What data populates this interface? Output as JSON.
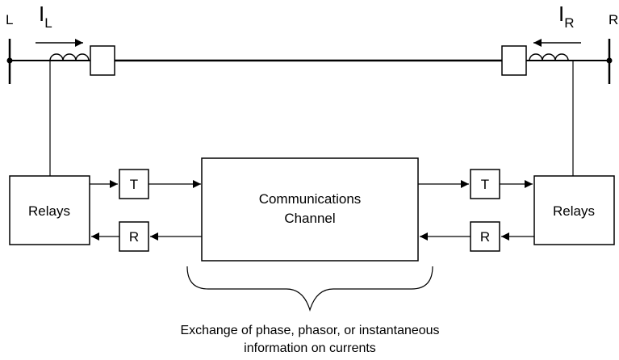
{
  "bus": {
    "left_label": "L",
    "right_label": "R"
  },
  "currents": {
    "left": {
      "main": "I",
      "sub": "L"
    },
    "right": {
      "main": "I",
      "sub": "R"
    }
  },
  "relays": {
    "left_label": "Relays",
    "right_label": "Relays"
  },
  "transmitter_label": "T",
  "receiver_label": "R",
  "channel": {
    "line1": "Communications",
    "line2": "Channel"
  },
  "caption": {
    "line1": "Exchange of phase, phasor, or instantaneous",
    "line2": "information on currents"
  }
}
